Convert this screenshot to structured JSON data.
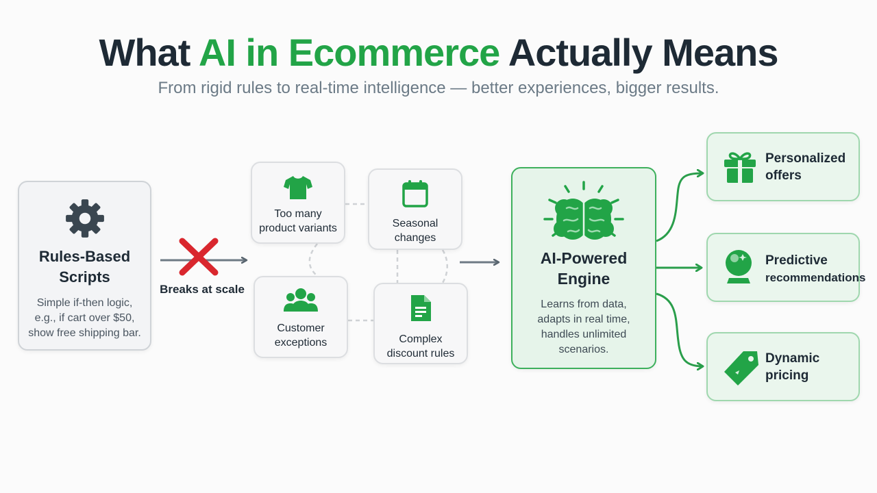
{
  "title": {
    "part1": "What ",
    "accent": "AI in Ecommerce",
    "part2": " Actually Means"
  },
  "subtitle": "From rigid rules to real-time intelligence — better experiences, bigger results.",
  "rules_card": {
    "heading_line1": "Rules-Based",
    "heading_line2": "Scripts",
    "desc_line1": "Simple if-then logic,",
    "desc_line2": "e.g., if cart over $50,",
    "desc_line3": "show free shipping bar.",
    "icon": "gear-icon"
  },
  "breaks_label": "Breaks at scale",
  "problems": [
    {
      "line1": "Too many",
      "line2": "product variants",
      "icon": "tshirt-icon"
    },
    {
      "line1": "Seasonal",
      "line2": "changes",
      "icon": "calendar-icon"
    },
    {
      "line1": "Customer",
      "line2": "exceptions",
      "icon": "users-icon"
    },
    {
      "line1": "Complex",
      "line2": "discount rules",
      "icon": "document-icon"
    }
  ],
  "engine": {
    "heading_line1": "AI-Powered",
    "heading_line2": "Engine",
    "desc_line1": "Learns from data,",
    "desc_line2": "adapts in real time,",
    "desc_line3": "handles unlimited",
    "desc_line4": "scenarios.",
    "icon": "brain-icon"
  },
  "outcomes": [
    {
      "line1": "Personalized",
      "line2": "offers",
      "icon": "gift-icon"
    },
    {
      "line1": "Predictive",
      "line2": "recommendations",
      "icon": "crystal-ball-icon"
    },
    {
      "line1": "Dynamic",
      "line2": "pricing",
      "icon": "price-tag-icon"
    }
  ],
  "colors": {
    "accent_green": "#22a447",
    "dark_text": "#1e2a35",
    "red_x": "#d9272e",
    "gray_icon": "#3a4650"
  }
}
